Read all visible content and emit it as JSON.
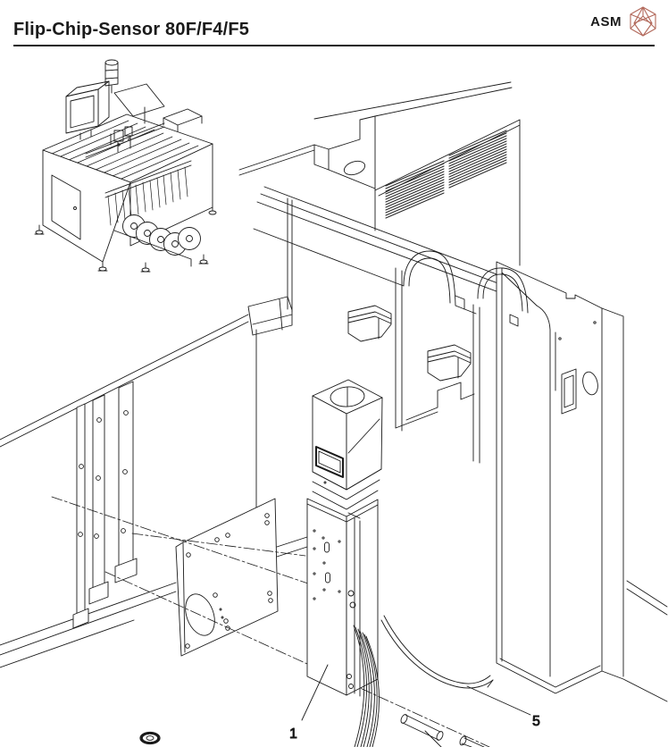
{
  "header": {
    "title": "Flip-Chip-Sensor 80F/F4/F5",
    "brand": "ASM",
    "logo_icon": "asm-gem-icon"
  },
  "diagram": {
    "part_labels": [
      {
        "text": "1"
      },
      {
        "text": "5"
      }
    ]
  },
  "colors": {
    "line": "#1a1a1a",
    "hatch": "#2a2a2a",
    "logo_accent": "#b2685a",
    "rule": "#1a1a1a",
    "background": "#ffffff"
  }
}
